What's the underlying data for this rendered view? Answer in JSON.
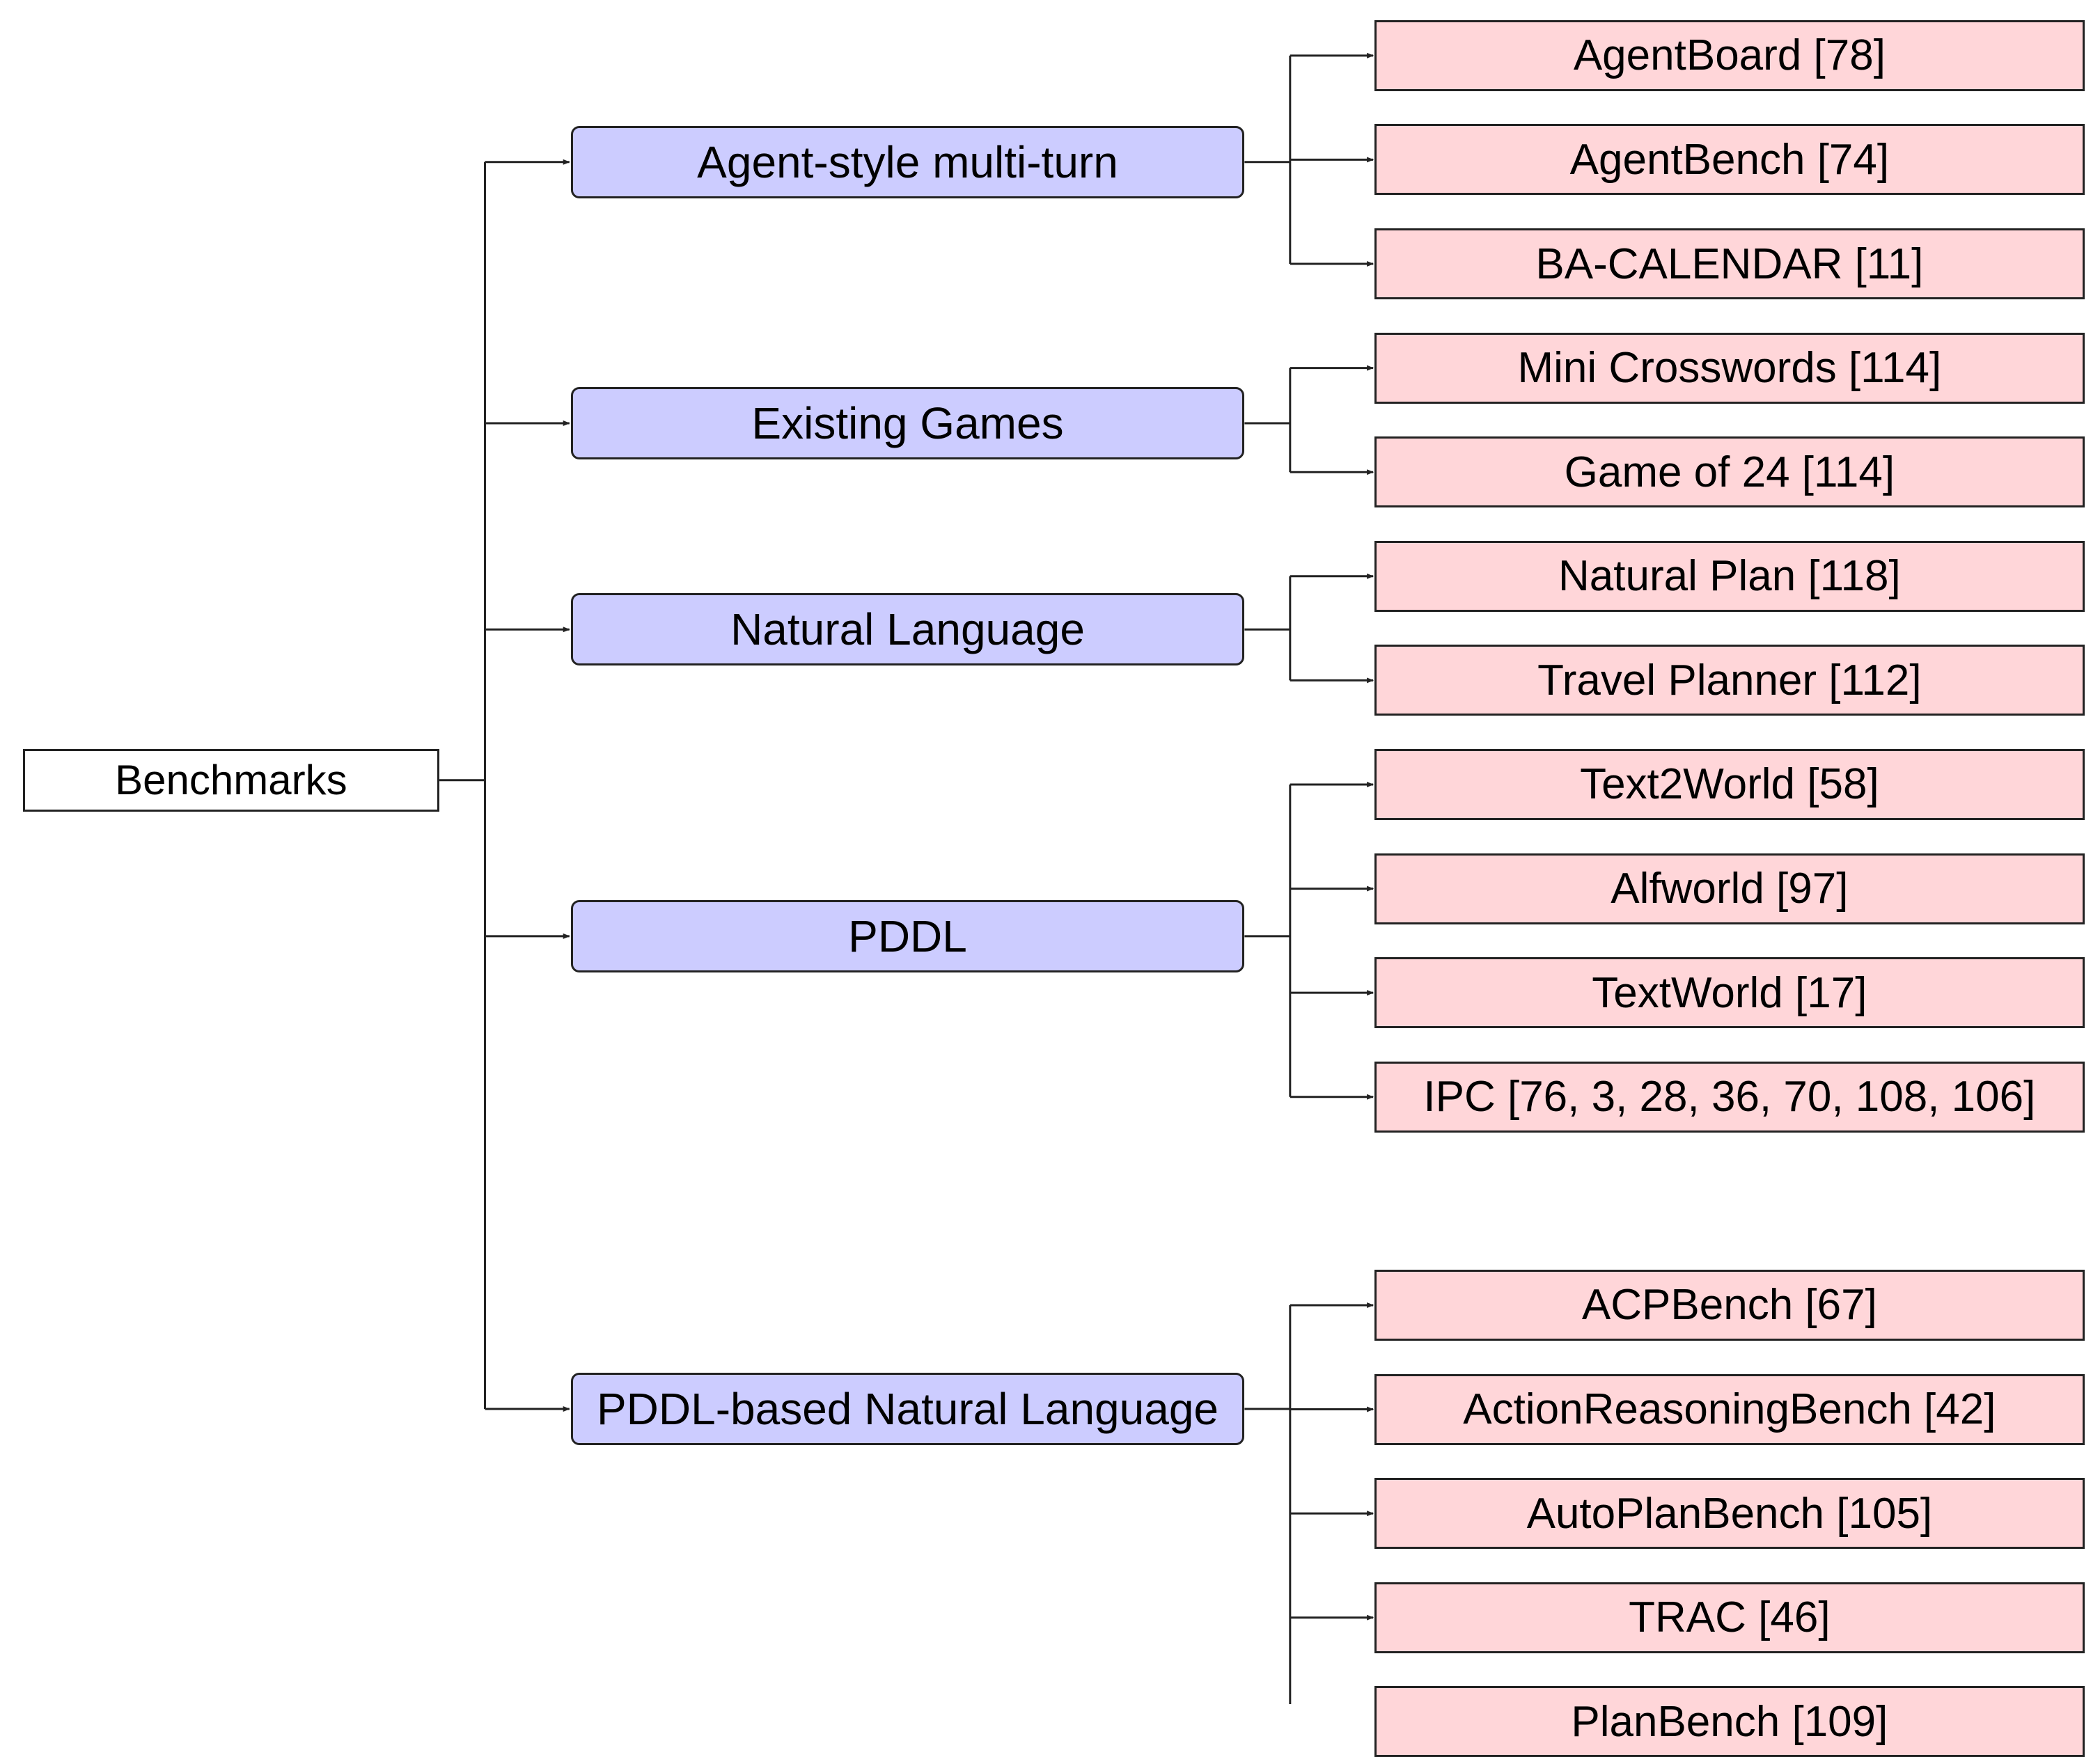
{
  "colors": {
    "category_fill": "#ccccff",
    "leaf_fill": "#ffd6d9",
    "line": "#222222"
  },
  "root": {
    "label": "Benchmarks"
  },
  "categories": [
    {
      "label": "Agent-style multi-turn",
      "children": [
        "AgentBoard [78]",
        "AgentBench [74]",
        "BA-CALENDAR [11]"
      ]
    },
    {
      "label": "Existing Games",
      "children": [
        "Mini Crosswords [114]",
        "Game of 24 [114]"
      ]
    },
    {
      "label": "Natural Language",
      "children": [
        "Natural Plan [118]",
        "Travel Planner [112]"
      ]
    },
    {
      "label": "PDDL",
      "children": [
        "Text2World [58]",
        "Alfworld [97]",
        "TextWorld [17]",
        "IPC [76, 3, 28, 36, 70, 108, 106]"
      ]
    },
    {
      "label": "PDDL-based Natural Language",
      "children": [
        "ACPBench [67]",
        "ActionReasoningBench [42]",
        "AutoPlanBench [105]",
        "TRAC [46]",
        "PlanBench [109]"
      ]
    }
  ]
}
